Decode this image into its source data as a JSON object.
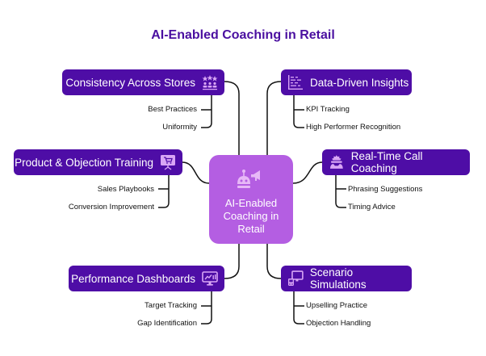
{
  "title": "AI-Enabled Coaching in Retail",
  "colors": {
    "title": "#4a0fa0",
    "branch": "#4e0da6",
    "center": "#b45ee2",
    "icon": "#d9a6f5",
    "line": "#111111"
  },
  "center": {
    "label": "AI-Enabled Coaching in Retail",
    "icon": "robot-megaphone-icon"
  },
  "branches": [
    {
      "label": "Consistency Across Stores",
      "side": "left",
      "icon": "team-stars-icon",
      "children": [
        "Best Practices",
        "Uniformity"
      ]
    },
    {
      "label": "Product & Objection Training",
      "side": "left",
      "icon": "presentation-cart-icon",
      "children": [
        "Sales Playbooks",
        "Conversion Improvement"
      ]
    },
    {
      "label": "Performance Dashboards",
      "side": "left",
      "icon": "monitor-chart-icon",
      "children": [
        "Target Tracking",
        "Gap Identification"
      ]
    },
    {
      "label": "Data-Driven Insights",
      "side": "right",
      "icon": "bar-chart-icon",
      "children": [
        "KPI Tracking",
        "High Performer Recognition"
      ]
    },
    {
      "label": "Real-Time Call Coaching",
      "side": "right",
      "icon": "headset-support-icon",
      "children": [
        "Phrasing Suggestions",
        "Timing Advice"
      ]
    },
    {
      "label": "Scenario Simulations",
      "side": "right",
      "icon": "desktop-simulation-icon",
      "children": [
        "Upselling Practice",
        "Objection Handling"
      ]
    }
  ]
}
